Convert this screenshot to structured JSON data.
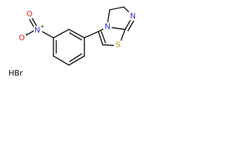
{
  "molecule": {
    "atoms": {
      "nitro_o_top": "O",
      "nitro_o_bottom": "O",
      "nitro_n": "N",
      "nitro_n_charge": "+",
      "nitro_o_charge": "−",
      "ring_n_bridge": "N",
      "ring_n_top": "N",
      "ring_s": "S"
    },
    "salt": "HBr"
  }
}
